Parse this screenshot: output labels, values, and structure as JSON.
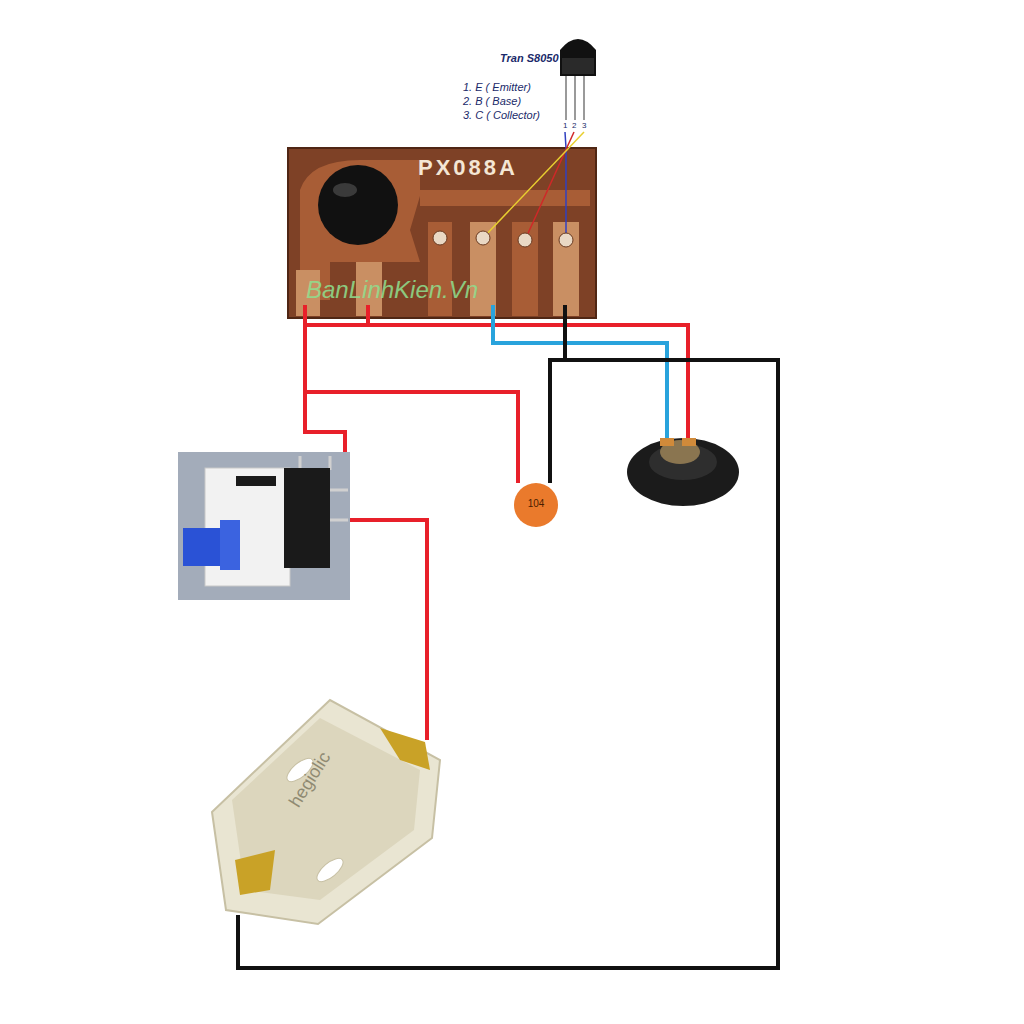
{
  "diagram": {
    "nodes": [
      {
        "text": [
          "Tran S8050"
        ]
      },
      {
        "text": [
          "PX088A"
        ]
      },
      {
        "text": [
          "104"
        ]
      }
    ],
    "edges": [
      {
        "from": 0,
        "to": 1,
        "arrow": "none"
      },
      {
        "from": 0,
        "to": 1,
        "arrow": "none"
      },
      {
        "from": 0,
        "to": 1,
        "arrow": "none"
      },
      {
        "from": 1,
        "to": 2,
        "arrow": "none"
      },
      {
        "from": 1,
        "to": 2,
        "arrow": "none"
      }
    ],
    "labels": [
      "1. E ( Emitter)",
      "2. B ( Base)",
      "3. C ( Collector)",
      "1",
      "2",
      "3",
      "BanLinhKien.Vn",
      "hegiolic"
    ]
  }
}
